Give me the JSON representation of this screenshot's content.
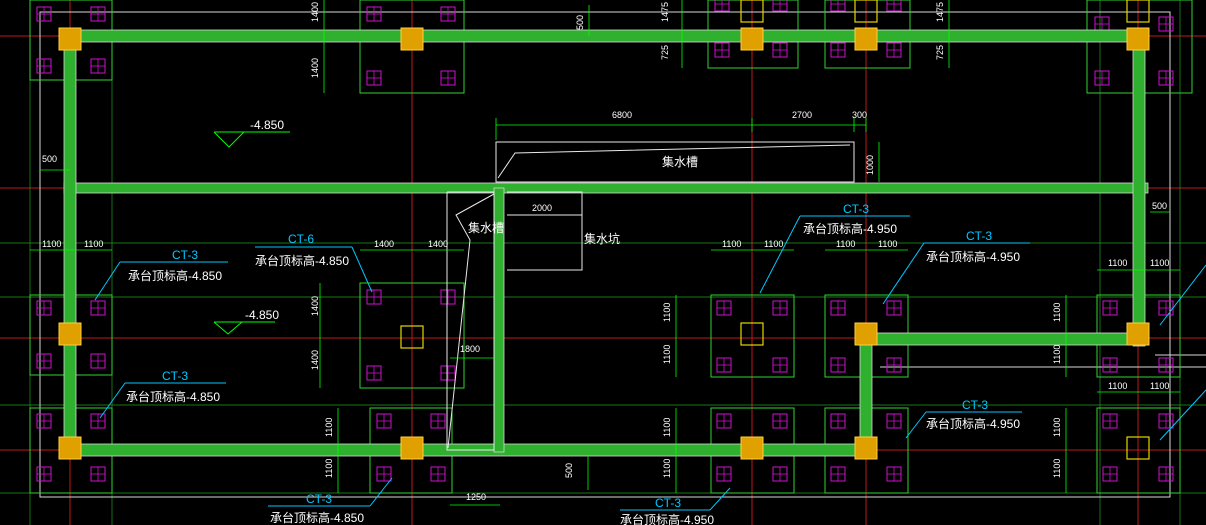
{
  "colors": {
    "background": "#000000",
    "beam": "#2fb02f",
    "beam_edge": "#d8d8d8",
    "column": "#e0a000",
    "pile": "#d010d0",
    "cap_outline": "#2fd32f",
    "dimension": "#00ff00",
    "grid_red": "#c01818",
    "leader_cyan": "#00c8ff",
    "text_white": "#ffffff",
    "text_yellow": "#ffff40"
  },
  "pile_caps": [
    {
      "type": "CT-3",
      "elevation_label": "承台顶标高-4.850"
    },
    {
      "type": "CT-6",
      "elevation_label": "承台顶标高-4.850"
    },
    {
      "type": "CT-3",
      "elevation_label": "承台顶标高-4.850"
    },
    {
      "type": "CT-3",
      "elevation_label": "承台顶标高-4.850"
    },
    {
      "type": "CT-3",
      "elevation_label": "承台顶标高-4.950"
    },
    {
      "type": "CT-3",
      "elevation_label": "承台顶标高-4.950"
    },
    {
      "type": "CT-3",
      "elevation_label": "承台顶标高-4.950"
    },
    {
      "type": "CT-3",
      "elevation_label": "承台顶标高-4.950"
    }
  ],
  "level_marks": [
    "-4.850",
    "-4.850"
  ],
  "rooms": {
    "pit_top": "集水槽",
    "pit_left": "集水槽",
    "pit_right": "集水坑"
  },
  "dimensions": {
    "d6800": "6800",
    "d2700": "2700",
    "d300": "300",
    "d1000": "1000",
    "d500": "500",
    "d1100": "1100",
    "d1400": "1400",
    "d2000": "2000",
    "d1800": "1800",
    "d1250": "1250",
    "d1475": "1475",
    "d725": "725"
  }
}
